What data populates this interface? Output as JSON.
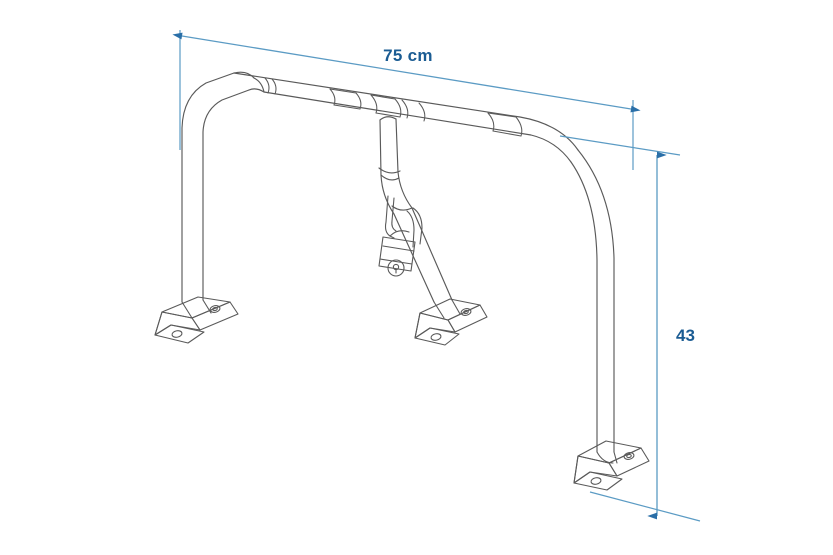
{
  "drawing": {
    "title": "Foldable parking barrier technical line drawing",
    "background_color": "#ffffff",
    "line_color": "#5a5a5a",
    "line_color_light": "#8a8a8a",
    "dimension_line_color": "#5b9bc4",
    "dimension_text_color": "#1b5c93"
  },
  "dimensions": {
    "width": {
      "label": "75 cm",
      "value": 75,
      "unit": "cm",
      "orientation": "horizontal",
      "position": "top"
    },
    "height": {
      "label": "43",
      "value": 43,
      "unit": "",
      "orientation": "vertical",
      "position": "right"
    }
  },
  "parts": {
    "top_bar": "horizontal-tube",
    "left_leg": "left-vertical-tube",
    "right_leg": "right-curved-tube",
    "diagonal_strut": "center-diagonal-strut",
    "lock": "padlock",
    "feet": [
      "left-mounting-bracket",
      "center-mounting-bracket",
      "right-mounting-bracket"
    ]
  }
}
